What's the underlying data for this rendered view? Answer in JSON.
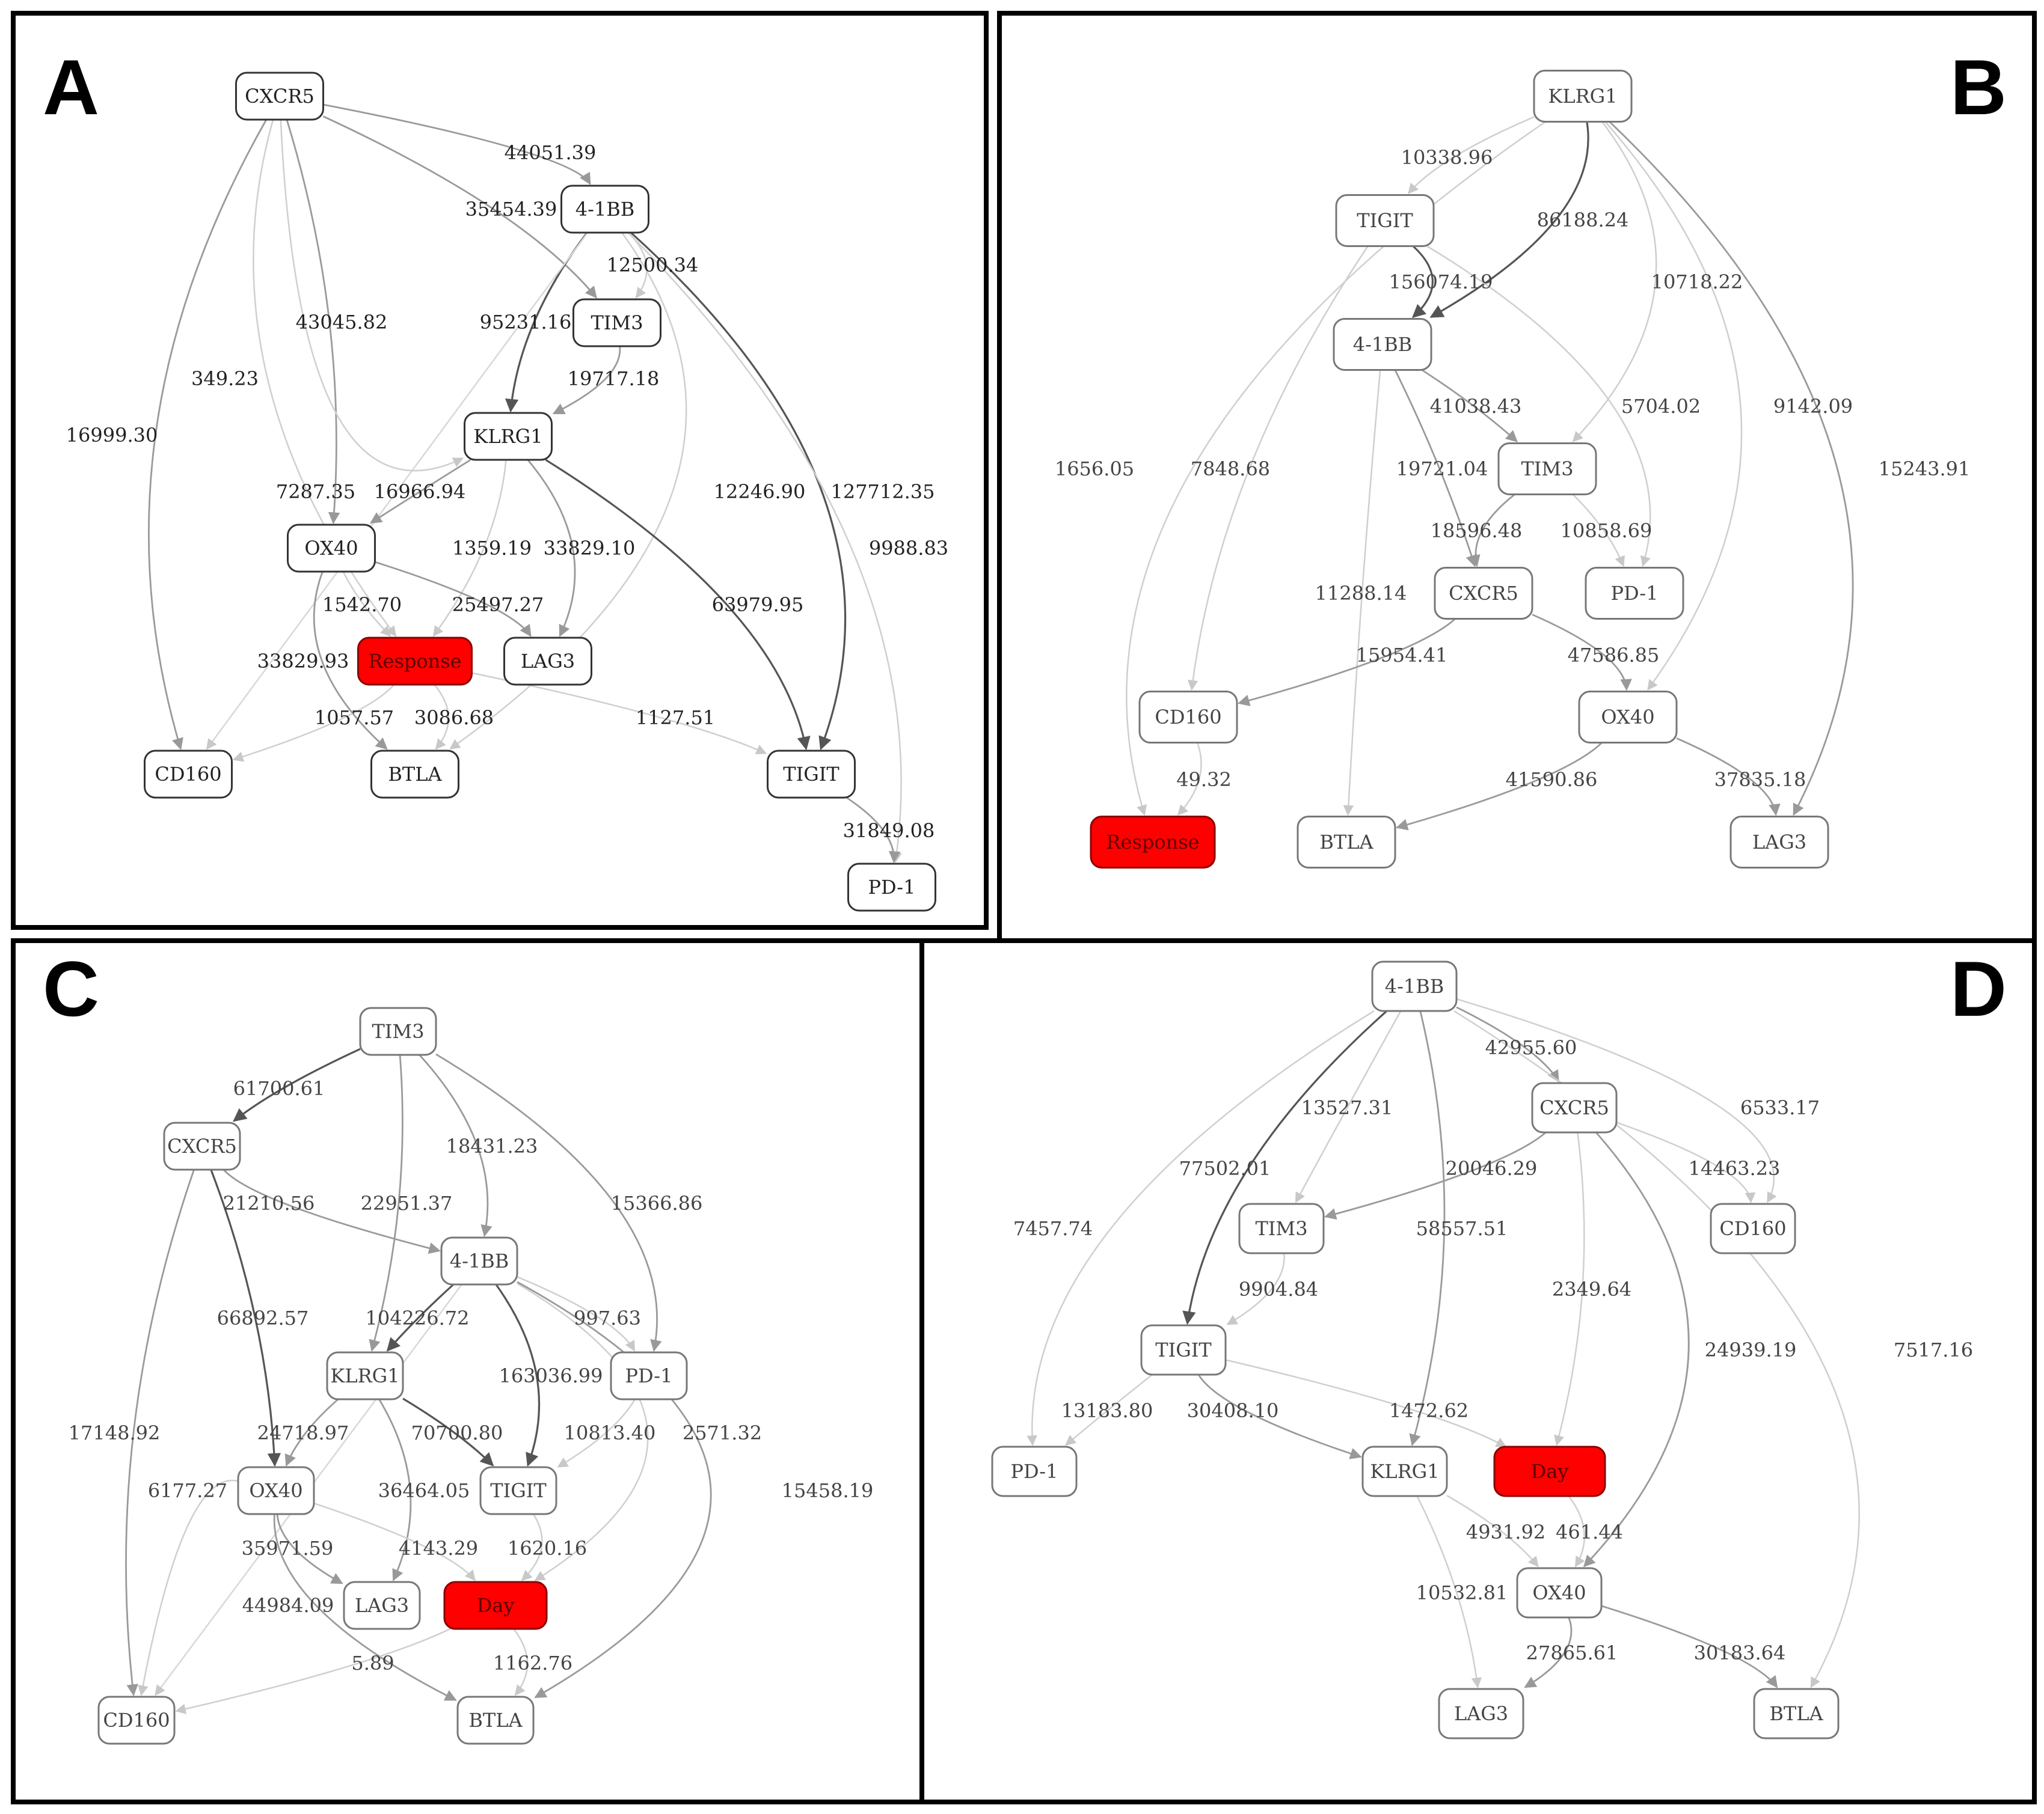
{
  "panels": [
    {
      "letter": "A",
      "nodes": [
        {
          "id": "CXCR5",
          "label": "CXCR5"
        },
        {
          "id": "41BB",
          "label": "4-1BB"
        },
        {
          "id": "TIM3",
          "label": "TIM3"
        },
        {
          "id": "KLRG1",
          "label": "KLRG1"
        },
        {
          "id": "OX40",
          "label": "OX40"
        },
        {
          "id": "Response",
          "label": "Response",
          "highlight": true
        },
        {
          "id": "LAG3",
          "label": "LAG3"
        },
        {
          "id": "CD160",
          "label": "CD160"
        },
        {
          "id": "BTLA",
          "label": "BTLA"
        },
        {
          "id": "TIGIT",
          "label": "TIGIT"
        },
        {
          "id": "PD1",
          "label": "PD-1"
        }
      ],
      "edges": [
        {
          "from": "CXCR5",
          "to": "41BB",
          "label": "44051.39"
        },
        {
          "from": "CXCR5",
          "to": "TIM3",
          "label": "35454.39"
        },
        {
          "from": "CXCR5",
          "to": "OX40",
          "label": "43045.82"
        },
        {
          "from": "CXCR5",
          "to": "Response",
          "label": "349.23"
        },
        {
          "from": "CXCR5",
          "to": "CD160",
          "label": "16999.30"
        },
        {
          "from": "41BB",
          "to": "TIM3",
          "label": "12500.34"
        },
        {
          "from": "41BB",
          "to": "KLRG1",
          "label": "95231.16"
        },
        {
          "from": "41BB",
          "to": "BTLA",
          "label": "12246.90"
        },
        {
          "from": "41BB",
          "to": "TIGIT",
          "label": "127712.35"
        },
        {
          "from": "41BB",
          "to": "PD1",
          "label": "9988.83"
        },
        {
          "from": "41BB",
          "to": "CD160",
          "label": ""
        },
        {
          "from": "TIM3",
          "to": "KLRG1",
          "label": "19717.18"
        },
        {
          "from": "KLRG1",
          "to": "OX40",
          "label": "16966.94"
        },
        {
          "from": "KLRG1",
          "to": "Response",
          "label": "1359.19"
        },
        {
          "from": "KLRG1",
          "to": "LAG3",
          "label": "33829.10"
        },
        {
          "from": "KLRG1",
          "to": "TIGIT",
          "label": "63979.95"
        },
        {
          "from": "OX40",
          "to": "Response",
          "label": "1542.70"
        },
        {
          "from": "OX40",
          "to": "LAG3",
          "label": "25497.27"
        },
        {
          "from": "OX40",
          "to": "BTLA",
          "label": "33829.93"
        },
        {
          "from": "Response",
          "to": "CD160",
          "label": "1057.57"
        },
        {
          "from": "Response",
          "to": "BTLA",
          "label": "3086.68"
        },
        {
          "from": "Response",
          "to": "TIGIT",
          "label": "1127.51"
        },
        {
          "from": "TIGIT",
          "to": "PD1",
          "label": "31849.08"
        },
        {
          "from": "CXCR5",
          "to": "KLRG1",
          "label": "7287.35"
        }
      ]
    },
    {
      "letter": "B",
      "nodes": [
        {
          "id": "KLRG1",
          "label": "KLRG1"
        },
        {
          "id": "TIGIT",
          "label": "TIGIT"
        },
        {
          "id": "41BB",
          "label": "4-1BB"
        },
        {
          "id": "TIM3",
          "label": "TIM3"
        },
        {
          "id": "CXCR5",
          "label": "CXCR5"
        },
        {
          "id": "PD1",
          "label": "PD-1"
        },
        {
          "id": "CD160",
          "label": "CD160"
        },
        {
          "id": "OX40",
          "label": "OX40"
        },
        {
          "id": "Response",
          "label": "Response",
          "highlight": true
        },
        {
          "id": "BTLA",
          "label": "BTLA"
        },
        {
          "id": "LAG3",
          "label": "LAG3"
        }
      ],
      "edges": [
        {
          "from": "KLRG1",
          "to": "TIGIT",
          "label": "10338.96"
        },
        {
          "from": "KLRG1",
          "to": "41BB",
          "label": "86188.24"
        },
        {
          "from": "KLRG1",
          "to": "TIM3",
          "label": "10718.22"
        },
        {
          "from": "KLRG1",
          "to": "OX40",
          "label": "9142.09"
        },
        {
          "from": "KLRG1",
          "to": "LAG3",
          "label": "15243.91"
        },
        {
          "from": "KLRG1",
          "to": "Response",
          "label": "1656.05"
        },
        {
          "from": "TIGIT",
          "to": "41BB",
          "label": "156074.19"
        },
        {
          "from": "TIGIT",
          "to": "CD160",
          "label": "7848.68"
        },
        {
          "from": "TIGIT",
          "to": "PD1",
          "label": "5704.02"
        },
        {
          "from": "41BB",
          "to": "TIM3",
          "label": "41038.43"
        },
        {
          "from": "41BB",
          "to": "CXCR5",
          "label": "19721.04"
        },
        {
          "from": "41BB",
          "to": "BTLA",
          "label": "11288.14"
        },
        {
          "from": "TIM3",
          "to": "CXCR5",
          "label": "18596.48"
        },
        {
          "from": "TIM3",
          "to": "PD1",
          "label": "10858.69"
        },
        {
          "from": "CXCR5",
          "to": "CD160",
          "label": "15954.41"
        },
        {
          "from": "CXCR5",
          "to": "OX40",
          "label": "47586.85"
        },
        {
          "from": "CD160",
          "to": "Response",
          "label": "49.32"
        },
        {
          "from": "OX40",
          "to": "BTLA",
          "label": "41590.86"
        },
        {
          "from": "OX40",
          "to": "LAG3",
          "label": "37835.18"
        }
      ]
    },
    {
      "letter": "C",
      "nodes": [
        {
          "id": "TIM3",
          "label": "TIM3"
        },
        {
          "id": "CXCR5",
          "label": "CXCR5"
        },
        {
          "id": "41BB",
          "label": "4-1BB"
        },
        {
          "id": "KLRG1",
          "label": "KLRG1"
        },
        {
          "id": "PD1",
          "label": "PD-1"
        },
        {
          "id": "OX40",
          "label": "OX40"
        },
        {
          "id": "TIGIT",
          "label": "TIGIT"
        },
        {
          "id": "LAG3",
          "label": "LAG3"
        },
        {
          "id": "Day",
          "label": "Day",
          "highlight": true
        },
        {
          "id": "CD160",
          "label": "CD160"
        },
        {
          "id": "BTLA",
          "label": "BTLA"
        }
      ],
      "edges": [
        {
          "from": "TIM3",
          "to": "CXCR5",
          "label": "61700.61"
        },
        {
          "from": "TIM3",
          "to": "41BB",
          "label": "18431.23"
        },
        {
          "from": "TIM3",
          "to": "KLRG1",
          "label": "22951.37"
        },
        {
          "from": "TIM3",
          "to": "PD1",
          "label": "15366.86"
        },
        {
          "from": "CXCR5",
          "to": "41BB",
          "label": "21210.56"
        },
        {
          "from": "CXCR5",
          "to": "OX40",
          "label": "66892.57"
        },
        {
          "from": "CXCR5",
          "to": "CD160",
          "label": "17148.92"
        },
        {
          "from": "41BB",
          "to": "KLRG1",
          "label": "104226.72"
        },
        {
          "from": "41BB",
          "to": "TIGIT",
          "label": "163036.99"
        },
        {
          "from": "41BB",
          "to": "PD1",
          "label": "997.63"
        },
        {
          "from": "41BB",
          "to": "Day",
          "label": "2571.32"
        },
        {
          "from": "41BB",
          "to": "BTLA",
          "label": "15458.19"
        },
        {
          "from": "41BB",
          "to": "CD160",
          "label": ""
        },
        {
          "from": "KLRG1",
          "to": "OX40",
          "label": "24718.97"
        },
        {
          "from": "KLRG1",
          "to": "TIGIT",
          "label": "70700.80"
        },
        {
          "from": "KLRG1",
          "to": "LAG3",
          "label": "36464.05"
        },
        {
          "from": "PD1",
          "to": "TIGIT",
          "label": "10813.40"
        },
        {
          "from": "OX40",
          "to": "Day",
          "label": "4143.29"
        },
        {
          "from": "OX40",
          "to": "LAG3",
          "label": "35971.59"
        },
        {
          "from": "OX40",
          "to": "BTLA",
          "label": "44984.09"
        },
        {
          "from": "OX40",
          "to": "CD160",
          "label": "6177.27"
        },
        {
          "from": "TIGIT",
          "to": "Day",
          "label": "1620.16"
        },
        {
          "from": "Day",
          "to": "CD160",
          "label": "5.89"
        },
        {
          "from": "Day",
          "to": "BTLA",
          "label": "1162.76"
        }
      ]
    },
    {
      "letter": "D",
      "nodes": [
        {
          "id": "41BB",
          "label": "4-1BB"
        },
        {
          "id": "CXCR5",
          "label": "CXCR5"
        },
        {
          "id": "TIM3",
          "label": "TIM3"
        },
        {
          "id": "CD160",
          "label": "CD160"
        },
        {
          "id": "TIGIT",
          "label": "TIGIT"
        },
        {
          "id": "PD1",
          "label": "PD-1"
        },
        {
          "id": "KLRG1",
          "label": "KLRG1"
        },
        {
          "id": "Day",
          "label": "Day",
          "highlight": true
        },
        {
          "id": "OX40",
          "label": "OX40"
        },
        {
          "id": "LAG3",
          "label": "LAG3"
        },
        {
          "id": "BTLA",
          "label": "BTLA"
        }
      ],
      "edges": [
        {
          "from": "41BB",
          "to": "CXCR5",
          "label": "42955.60"
        },
        {
          "from": "41BB",
          "to": "TIM3",
          "label": "13527.31"
        },
        {
          "from": "41BB",
          "to": "TIGIT",
          "label": "77502.01"
        },
        {
          "from": "41BB",
          "to": "KLRG1",
          "label": "58557.51"
        },
        {
          "from": "41BB",
          "to": "CD160",
          "label": "6533.17"
        },
        {
          "from": "41BB",
          "to": "PD1",
          "label": "7457.74"
        },
        {
          "from": "41BB",
          "to": "BTLA",
          "label": "7517.16"
        },
        {
          "from": "CXCR5",
          "to": "TIM3",
          "label": "20046.29"
        },
        {
          "from": "CXCR5",
          "to": "CD160",
          "label": "14463.23"
        },
        {
          "from": "CXCR5",
          "to": "Day",
          "label": "2349.64"
        },
        {
          "from": "CXCR5",
          "to": "OX40",
          "label": "24939.19"
        },
        {
          "from": "TIM3",
          "to": "TIGIT",
          "label": "9904.84"
        },
        {
          "from": "TIGIT",
          "to": "PD1",
          "label": "13183.80"
        },
        {
          "from": "TIGIT",
          "to": "KLRG1",
          "label": "30408.10"
        },
        {
          "from": "TIGIT",
          "to": "Day",
          "label": "1472.62"
        },
        {
          "from": "KLRG1",
          "to": "OX40",
          "label": "4931.92"
        },
        {
          "from": "KLRG1",
          "to": "LAG3",
          "label": "10532.81"
        },
        {
          "from": "Day",
          "to": "OX40",
          "label": "461.44"
        },
        {
          "from": "OX40",
          "to": "LAG3",
          "label": "27865.61"
        },
        {
          "from": "OX40",
          "to": "BTLA",
          "label": "30183.64"
        }
      ]
    }
  ]
}
